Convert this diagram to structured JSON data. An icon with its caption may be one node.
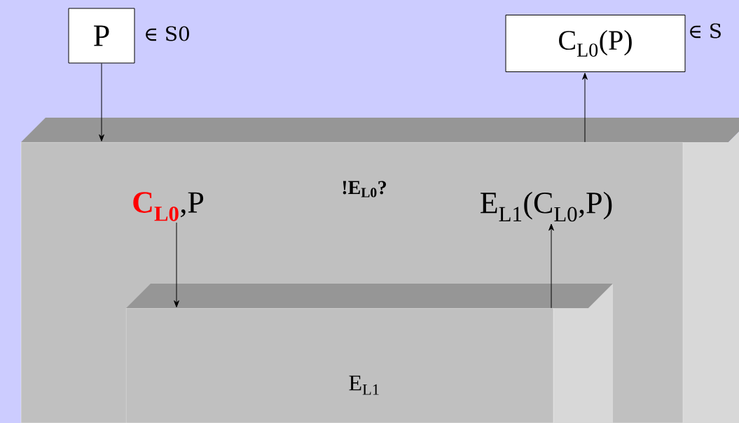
{
  "diagram": {
    "nodes": [
      {
        "text": [
          "P"
        ],
        "beside": [
          "∈ S0"
        ]
      },
      {
        "text": [
          "C$_{L0}$(P)"
        ],
        "beside": [
          "∈ S"
        ]
      },
      {
        "text": [
          "!E$_{L0}$?"
        ]
      },
      {
        "text": [
          "C$_{L0}$",
          ",P"
        ],
        "in": 2
      },
      {
        "text": [
          "E$_{L1}$(C$_{L0}$,P)"
        ],
        "in": 2
      },
      {
        "text": [
          "E$_{L1}$"
        ],
        "in": 2
      }
    ],
    "edges": [
      {
        "from": 0,
        "to": 2,
        "arrow": "to"
      },
      {
        "from": 2,
        "to": 1,
        "arrow": "to"
      },
      {
        "from": 3,
        "to": 5,
        "arrow": "to"
      },
      {
        "from": 5,
        "to": 4,
        "arrow": "to"
      }
    ]
  }
}
